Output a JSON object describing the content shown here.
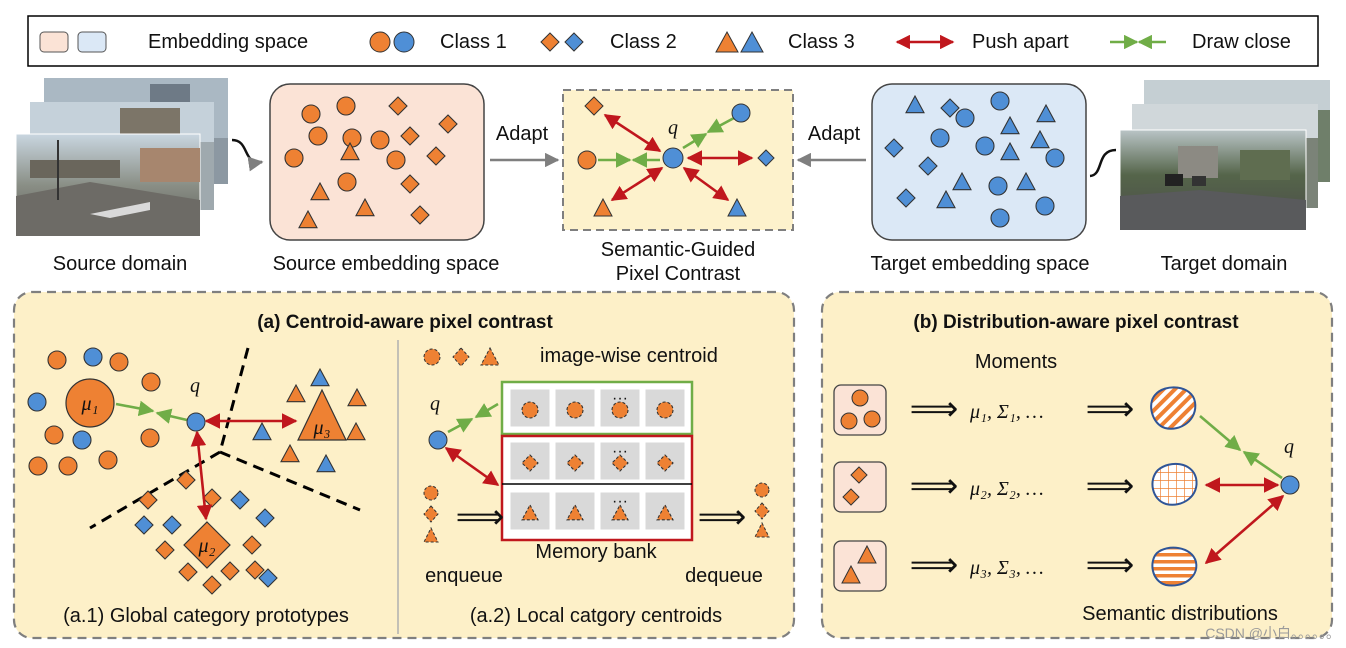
{
  "legend": {
    "embedding": "Embedding space",
    "class1": "Class 1",
    "class2": "Class 2",
    "class3": "Class 3",
    "push": "Push apart",
    "draw": "Draw close"
  },
  "top": {
    "source_domain": "Source domain",
    "source_space": "Source embedding space",
    "adapt": "Adapt",
    "center_line1": "Semantic-Guided",
    "center_line2": "Pixel Contrast",
    "target_space": "Target embedding space",
    "target_domain": "Target domain",
    "q": "q"
  },
  "panel_a": {
    "title": "(a) Centroid-aware pixel contrast",
    "mu1": "μ₁",
    "mu2": "μ₂",
    "mu3": "μ₃",
    "q": "q",
    "caption1": "(a.1) Global category prototypes",
    "centroid_legend": "image-wise centroid",
    "dots": "···",
    "memory_bank": "Memory bank",
    "enqueue": "enqueue",
    "dequeue": "dequeue",
    "caption2": "(a.2) Local catgory centroids"
  },
  "panel_b": {
    "title": "(b) Distribution-aware pixel contrast",
    "moments": "Moments",
    "m1": "μ₁, Σ₁, …",
    "m2": "μ₂, Σ₂, …",
    "m3": "μ₃, Σ₃, …",
    "q": "q",
    "caption": "Semantic distributions"
  },
  "watermark": "CSDN @小白。。。。。。",
  "colors": {
    "orange": "#ee8133",
    "blue": "#4f8fd6",
    "red": "#c0171d",
    "green": "#70ad47",
    "source_bg": "#fbe3d6",
    "target_bg": "#dbe8f6",
    "panel_bg": "#fdf0c8",
    "center_bg": "#fdf2cc"
  }
}
